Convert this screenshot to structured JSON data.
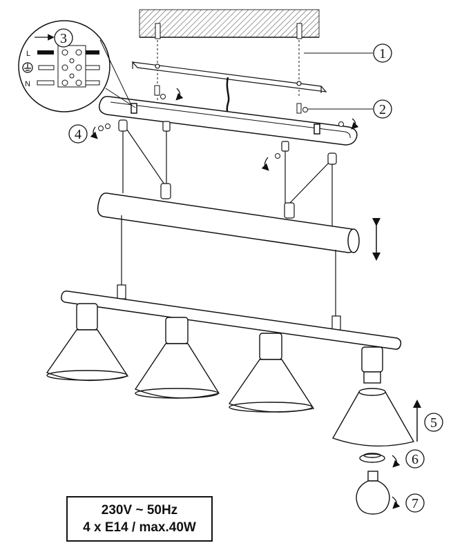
{
  "callouts": {
    "n1": "1",
    "n2": "2",
    "n3": "3",
    "n4": "4",
    "n5": "5",
    "n6": "6",
    "n7": "7"
  },
  "terminal_labels": {
    "live": "L",
    "neutral": "N"
  },
  "spec": {
    "voltage": "230V ~ 50Hz",
    "lamps": "4 x E14 / max.40W"
  },
  "colors": {
    "line": "#111111",
    "hatch": "#555555"
  },
  "icons": [
    "earth-symbol-icon",
    "rotate-arrow-icon",
    "up-arrow-icon",
    "double-arrow-icon"
  ]
}
